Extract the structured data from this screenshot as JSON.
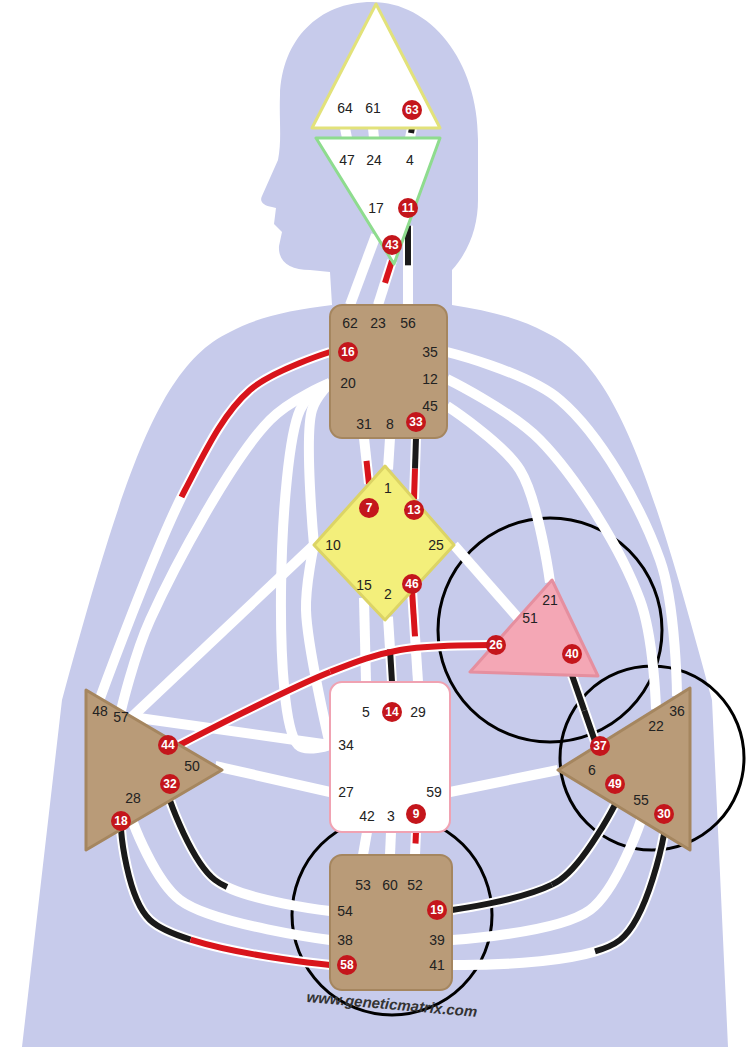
{
  "diagram": {
    "nodes": [
      {
        "text": [
          "64",
          "61",
          "63"
        ]
      },
      {
        "text": [
          "47",
          "24",
          "4",
          "17",
          "11",
          "43"
        ]
      },
      {
        "text": [
          "62",
          "23",
          "56",
          "16",
          "35",
          "20",
          "12",
          "45",
          "31",
          "8",
          "33"
        ]
      },
      {
        "text": [
          "1",
          "7",
          "13",
          "10",
          "25",
          "15",
          "2",
          "46"
        ]
      },
      {
        "text": [
          "21",
          "51",
          "26",
          "40"
        ]
      },
      {
        "text": [
          "48",
          "57",
          "44",
          "50",
          "32",
          "28",
          "18"
        ]
      },
      {
        "text": [
          "5",
          "14",
          "29",
          "34",
          "27",
          "59",
          "42",
          "3",
          "9"
        ]
      },
      {
        "text": [
          "36",
          "22",
          "37",
          "6",
          "49",
          "55",
          "30"
        ]
      },
      {
        "text": [
          "53",
          "60",
          "52",
          "54",
          "19",
          "38",
          "39",
          "58",
          "41"
        ]
      }
    ],
    "edges": [
      {
        "from": 0,
        "to": 1,
        "arrow": "none"
      },
      {
        "from": 0,
        "to": 1,
        "arrow": "none"
      },
      {
        "from": 0,
        "to": 1,
        "arrow": "none"
      },
      {
        "from": 1,
        "to": 2,
        "arrow": "none"
      },
      {
        "from": 1,
        "to": 2,
        "arrow": "none"
      },
      {
        "from": 1,
        "to": 2,
        "arrow": "none"
      },
      {
        "from": 2,
        "to": 5,
        "arrow": "none"
      },
      {
        "from": 2,
        "to": 5,
        "arrow": "none"
      },
      {
        "from": 2,
        "to": 6,
        "arrow": "none"
      },
      {
        "from": 2,
        "to": 3,
        "arrow": "none"
      },
      {
        "from": 2,
        "to": 3,
        "arrow": "none"
      },
      {
        "from": 2,
        "to": 3,
        "arrow": "none"
      },
      {
        "from": 2,
        "to": 3,
        "arrow": "none"
      },
      {
        "from": 2,
        "to": 4,
        "arrow": "none"
      },
      {
        "from": 2,
        "to": 7,
        "arrow": "none"
      },
      {
        "from": 2,
        "to": 7,
        "arrow": "none"
      },
      {
        "from": 3,
        "to": 6,
        "arrow": "none"
      },
      {
        "from": 3,
        "to": 5,
        "arrow": "none"
      },
      {
        "from": 3,
        "to": 6,
        "arrow": "none"
      },
      {
        "from": 3,
        "to": 6,
        "arrow": "none"
      },
      {
        "from": 3,
        "to": 6,
        "arrow": "none"
      },
      {
        "from": 3,
        "to": 4,
        "arrow": "none"
      },
      {
        "from": 4,
        "to": 5,
        "arrow": "none"
      },
      {
        "from": 4,
        "to": 7,
        "arrow": "none"
      },
      {
        "from": 6,
        "to": 5,
        "arrow": "none"
      },
      {
        "from": 6,
        "to": 5,
        "arrow": "none"
      },
      {
        "from": 6,
        "to": 7,
        "arrow": "none"
      },
      {
        "from": 6,
        "to": 8,
        "arrow": "none"
      },
      {
        "from": 6,
        "to": 8,
        "arrow": "none"
      },
      {
        "from": 6,
        "to": 8,
        "arrow": "none"
      },
      {
        "from": 5,
        "to": 8,
        "arrow": "none"
      },
      {
        "from": 5,
        "to": 8,
        "arrow": "none"
      },
      {
        "from": 5,
        "to": 8,
        "arrow": "none"
      },
      {
        "from": 7,
        "to": 8,
        "arrow": "none"
      },
      {
        "from": 7,
        "to": 8,
        "arrow": "none"
      },
      {
        "from": 7,
        "to": 8,
        "arrow": "none"
      }
    ],
    "labels": [
      "www.geneticmatrix.com"
    ]
  }
}
